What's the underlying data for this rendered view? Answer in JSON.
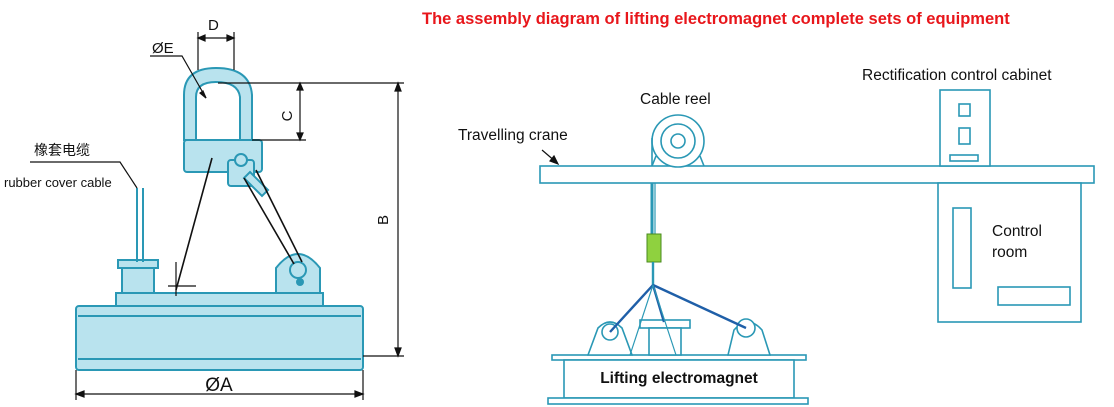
{
  "colors": {
    "fill": "#b9e3ee",
    "stroke": "#2a98b5",
    "title": "#e8161b",
    "cable_blue": "#1f5fa8",
    "green_block": "#8fd13f",
    "line": "#111111"
  },
  "icons": [
    "hook-shackle-icon",
    "cable-reel-icon",
    "crane-arrow-icon"
  ],
  "left_diagram": {
    "dimensions": {
      "d": "D",
      "e": "ØE",
      "c": "C",
      "b": "B",
      "a": "ØA"
    },
    "cable_label_cn": "橡套电缆",
    "cable_label_en": "rubber cover cable"
  },
  "right_diagram": {
    "title": "The assembly diagram of lifting electromagnet complete sets of equipment",
    "labels": {
      "rectification": "Rectification control cabinet",
      "cable_reel": "Cable reel",
      "crane": "Travelling crane",
      "control_room_1": "Control",
      "control_room_2": "room",
      "magnet": "Lifting electromagnet"
    }
  }
}
